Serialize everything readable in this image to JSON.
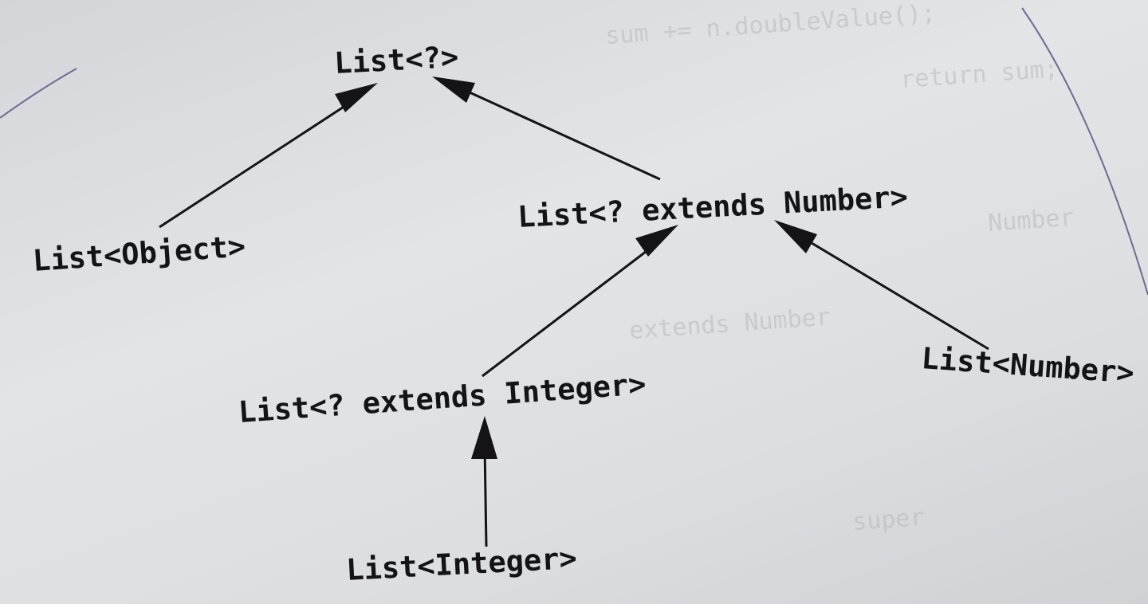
{
  "diagram": {
    "nodes": {
      "list_wildcard": "List<?>",
      "list_object": "List<Object>",
      "list_extends_number": "List<? extends Number>",
      "list_extends_integer": "List<? extends Integer>",
      "list_number": "List<Number>",
      "list_integer": "List<Integer>"
    },
    "edges": [
      {
        "from": "list_object",
        "to": "list_wildcard"
      },
      {
        "from": "list_extends_number",
        "to": "list_wildcard"
      },
      {
        "from": "list_extends_integer",
        "to": "list_extends_number"
      },
      {
        "from": "list_number",
        "to": "list_extends_number"
      },
      {
        "from": "list_integer",
        "to": "list_extends_integer"
      }
    ],
    "colors": {
      "ink": "#141416",
      "paper": "#dcdee0"
    }
  }
}
